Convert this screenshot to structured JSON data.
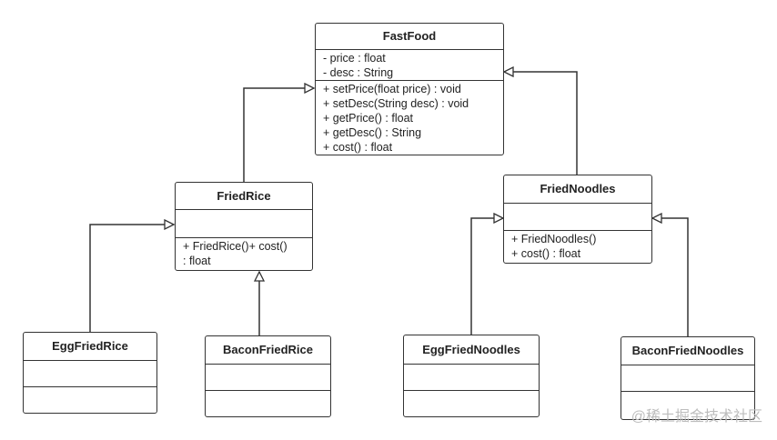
{
  "classes": {
    "fastfood": {
      "name": "FastFood",
      "attributes": [
        "- price : float",
        "- desc : String"
      ],
      "methods": [
        "+ setPrice(float price) : void",
        "+ setDesc(String desc) : void",
        "+ getPrice() : float",
        "+ getDesc() : String",
        "+ cost() : float"
      ]
    },
    "friedrice": {
      "name": "FriedRice",
      "attributes": [],
      "methods": [
        "+ FriedRice()+ cost()",
        ": float"
      ]
    },
    "friednoodles": {
      "name": "FriedNoodles",
      "attributes": [],
      "methods": [
        "+ FriedNoodles()",
        "+ cost() : float"
      ]
    },
    "eggfriedrice": {
      "name": "EggFriedRice",
      "attributes": [],
      "methods": []
    },
    "baconfriedrice": {
      "name": "BaconFriedRice",
      "attributes": [],
      "methods": []
    },
    "eggfriednoodles": {
      "name": "EggFriedNoodles",
      "attributes": [],
      "methods": []
    },
    "baconfriednoodles": {
      "name": "BaconFriedNoodles",
      "attributes": [],
      "methods": []
    }
  },
  "watermark": "@稀土掘金技术社区"
}
